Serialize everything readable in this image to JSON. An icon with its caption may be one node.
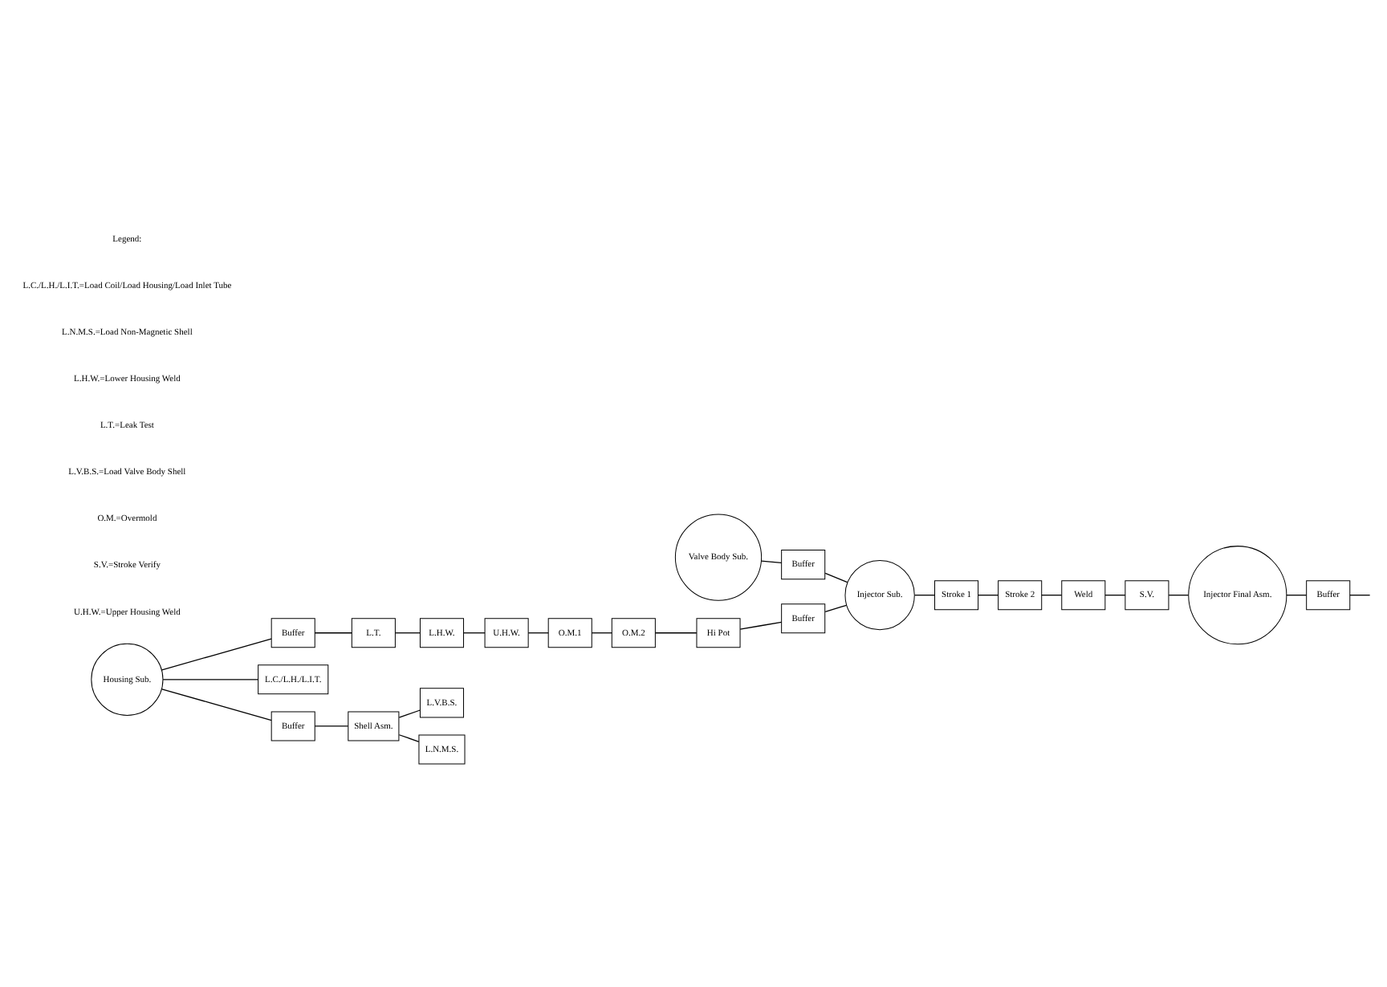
{
  "diagram": {
    "nodes": [
      {
        "text": [
          "L.T."
        ]
      },
      {
        "text": [
          "L.H.W."
        ]
      },
      {
        "text": [
          "U.H.W."
        ]
      },
      {
        "text": [
          "O.M.1"
        ]
      },
      {
        "text": [
          "O.M.2"
        ]
      },
      {
        "text": [
          "Hi Pot"
        ]
      },
      {
        "text": [
          "Buffer"
        ]
      },
      {
        "text": [
          "Buffer"
        ]
      },
      {
        "text": [
          "Buffer"
        ]
      },
      {
        "text": [
          "Injector Final Asm."
        ]
      },
      {
        "text": [
          "Housing Sub."
        ]
      },
      {
        "text": [
          "L.C./L.H./L.I.T."
        ]
      },
      {
        "text": [
          "Buffer"
        ]
      },
      {
        "text": [
          "Valve Body Sub."
        ]
      },
      {
        "text": [
          "Injector Sub."
        ]
      },
      {
        "text": [
          "S.V."
        ]
      },
      {
        "text": [
          "Buffer"
        ]
      },
      {
        "text": [
          "Shell Asm."
        ]
      },
      {
        "text": [
          "Stroke 1"
        ]
      },
      {
        "text": [
          "Stroke 2"
        ]
      },
      {
        "text": [
          "Weld"
        ]
      },
      {
        "text": [
          "L.V.B.S."
        ]
      },
      {
        "text": [
          "L.N.M.S."
        ]
      }
    ],
    "edges": [
      {
        "from": 10,
        "to": 7,
        "arrow": "none"
      },
      {
        "from": 7,
        "to": 0,
        "arrow": "none"
      },
      {
        "from": 0,
        "to": 1,
        "arrow": "none"
      },
      {
        "from": 1,
        "to": 2,
        "arrow": "none"
      },
      {
        "from": 2,
        "to": 3,
        "arrow": "none"
      },
      {
        "from": 3,
        "to": 4,
        "arrow": "none"
      },
      {
        "from": 4,
        "to": 5,
        "arrow": "none"
      },
      {
        "from": 5,
        "to": 8,
        "arrow": "none"
      },
      {
        "from": 8,
        "to": 14,
        "arrow": "none"
      },
      {
        "from": 10,
        "to": 11,
        "arrow": "none"
      },
      {
        "from": 10,
        "to": 16,
        "arrow": "none"
      },
      {
        "from": 16,
        "to": 17,
        "arrow": "none"
      },
      {
        "from": 17,
        "to": 21,
        "arrow": "none"
      },
      {
        "from": 17,
        "to": 22,
        "arrow": "none"
      },
      {
        "from": 13,
        "to": 12,
        "arrow": "none"
      },
      {
        "from": 12,
        "to": 14,
        "arrow": "none"
      },
      {
        "from": 14,
        "to": 18,
        "arrow": "none"
      },
      {
        "from": 18,
        "to": 19,
        "arrow": "none"
      },
      {
        "from": 19,
        "to": 20,
        "arrow": "none"
      },
      {
        "from": 20,
        "to": 15,
        "arrow": "none"
      },
      {
        "from": 15,
        "to": 9,
        "arrow": "none"
      },
      {
        "from": 9,
        "to": 6,
        "arrow": "none"
      },
      {
        "from": 6,
        "to": null,
        "arrow": "none"
      }
    ],
    "labels": [
      "Legend:",
      "L.C./L.H./L.I.T.=Load Coil/Load Housing/Load Inlet Tube",
      "L.N.M.S.=Load Non-Magnetic Shell",
      "L.H.W.=Lower Housing Weld",
      "L.T.=Leak Test",
      "L.V.B.S.=Load Valve Body Shell",
      "O.M.=Overmold",
      "S.V.=Stroke Verify",
      "U.H.W.=Upper Housing Weld"
    ]
  }
}
